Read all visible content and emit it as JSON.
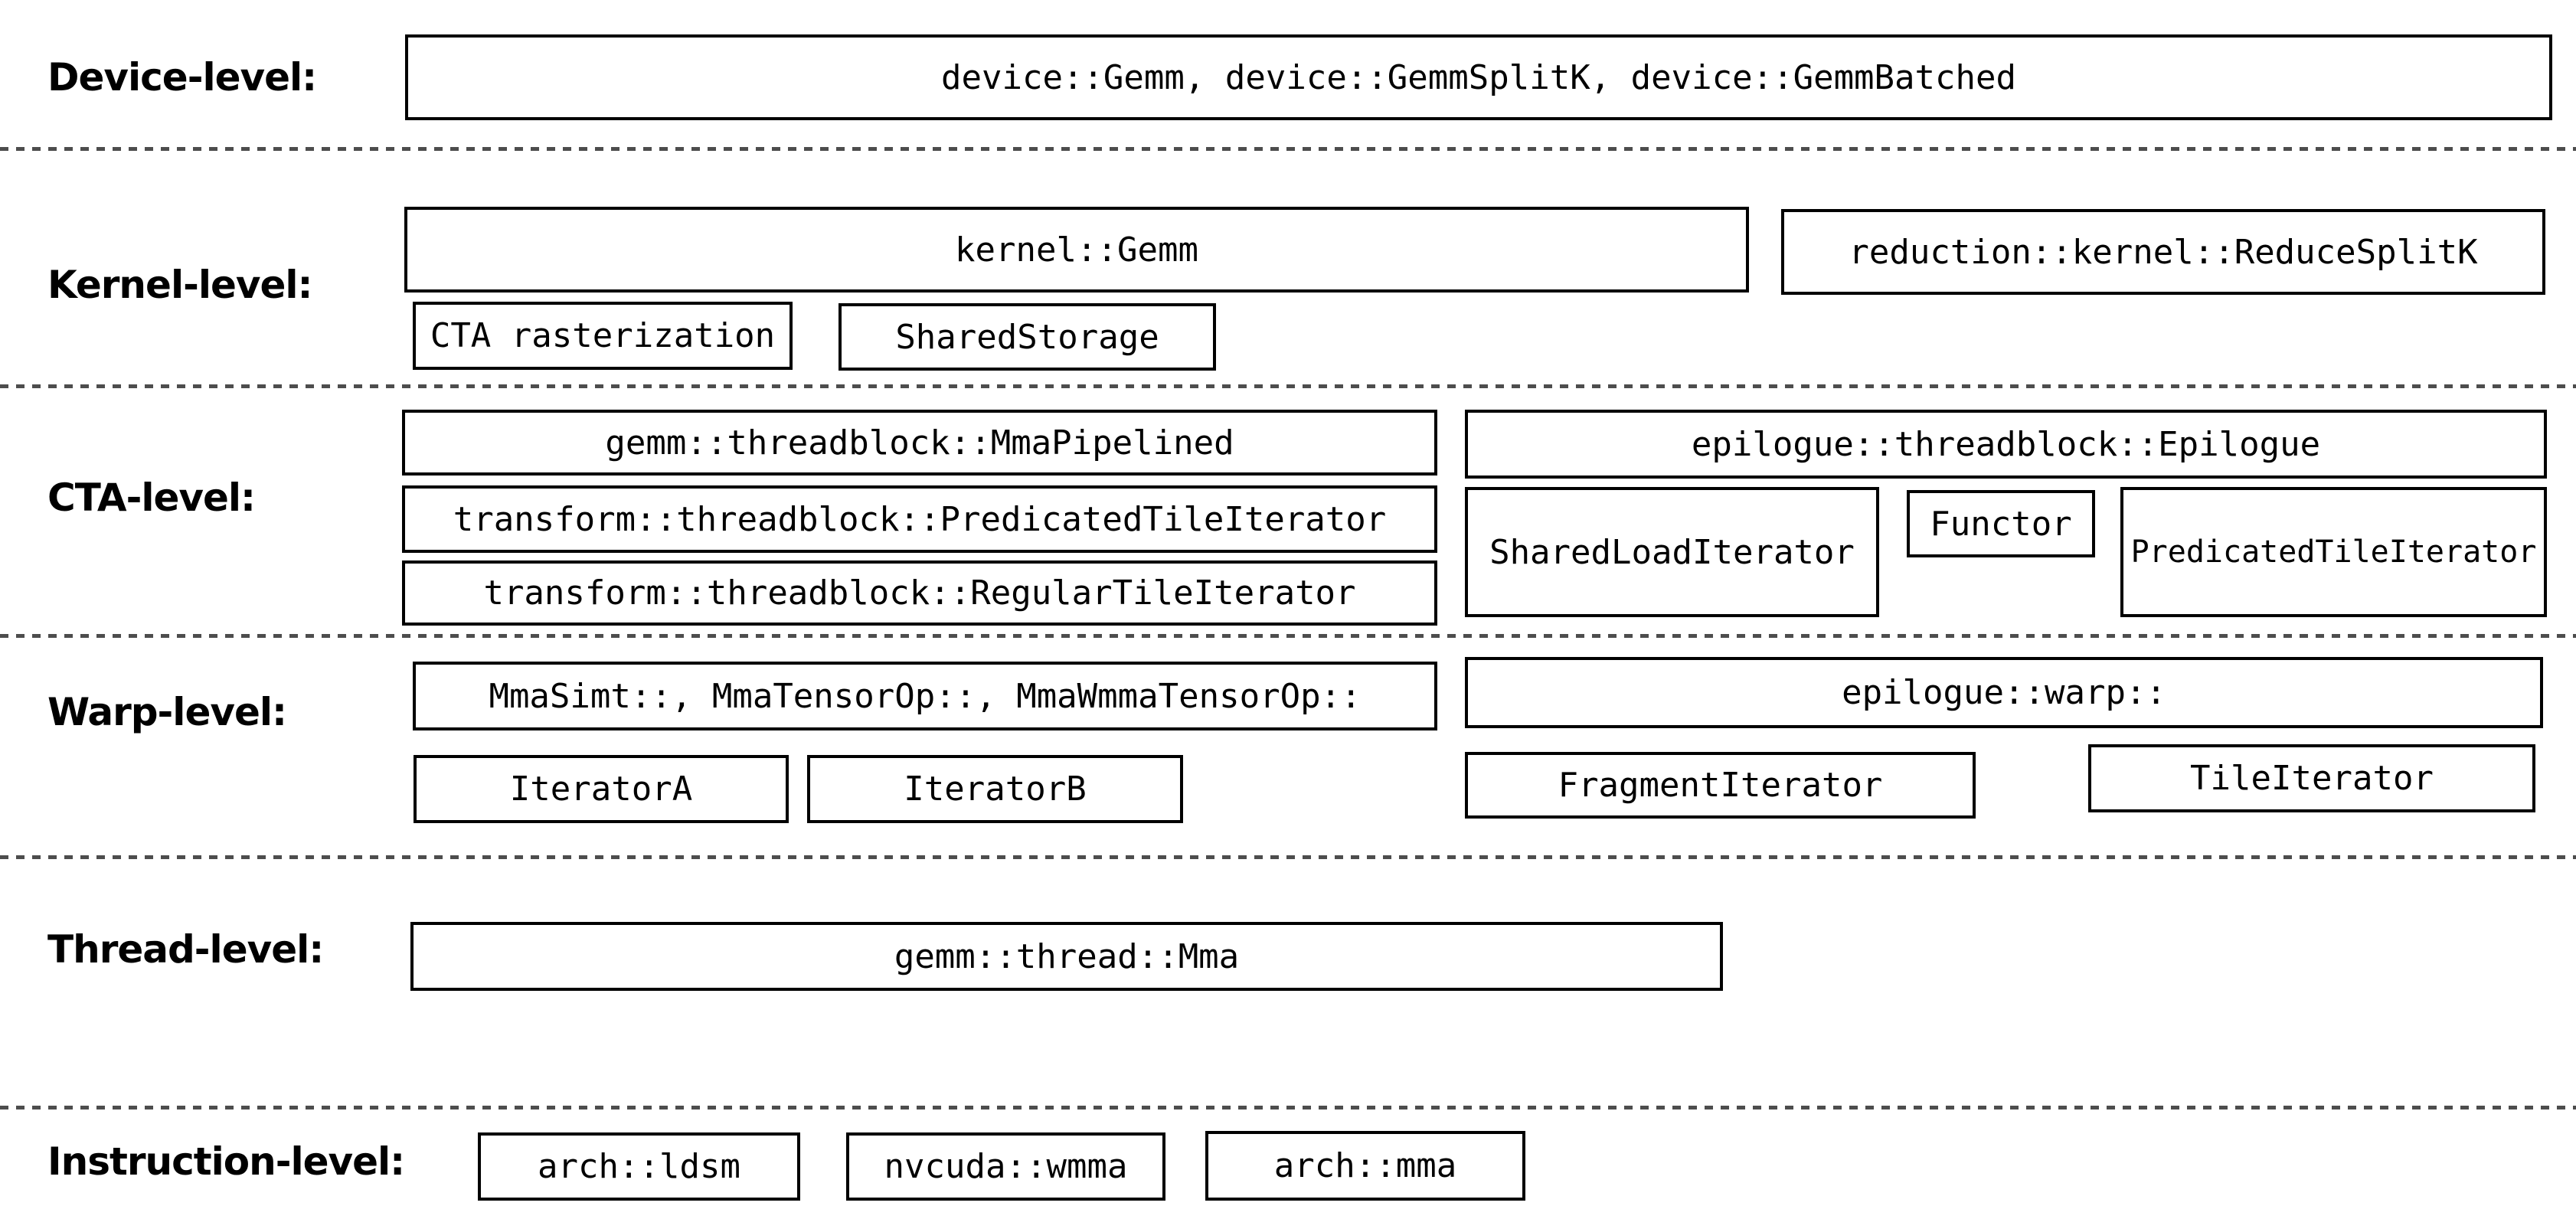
{
  "diagram": {
    "title": "CUTLASS GEMM component hierarchy",
    "colors": {
      "background": "#ffffff",
      "box_border": "#000000",
      "text": "#000000",
      "divider": "#4d4d4d"
    },
    "levels": [
      {
        "label": "Device-level:",
        "boxes": [
          {
            "text": "device::Gemm, device::GemmSplitK, device::GemmBatched"
          }
        ]
      },
      {
        "label": "Kernel-level:",
        "boxes": [
          {
            "text": "kernel::Gemm"
          },
          {
            "text": "reduction::kernel::ReduceSplitK"
          },
          {
            "text": "CTA rasterization"
          },
          {
            "text": "SharedStorage"
          }
        ]
      },
      {
        "label": "CTA-level:",
        "boxes": [
          {
            "text": "gemm::threadblock::MmaPipelined"
          },
          {
            "text": "epilogue::threadblock::Epilogue"
          },
          {
            "text": "transform::threadblock::PredicatedTileIterator"
          },
          {
            "text": "SharedLoadIterator"
          },
          {
            "text": "Functor"
          },
          {
            "text": "PredicatedTileIterator"
          },
          {
            "text": "transform::threadblock::RegularTileIterator"
          }
        ]
      },
      {
        "label": "Warp-level:",
        "boxes": [
          {
            "text": "MmaSimt::, MmaTensorOp::, MmaWmmaTensorOp::"
          },
          {
            "text": "epilogue::warp::"
          },
          {
            "text": "IteratorA"
          },
          {
            "text": "IteratorB"
          },
          {
            "text": "FragmentIterator"
          },
          {
            "text": "TileIterator"
          }
        ]
      },
      {
        "label": "Thread-level:",
        "boxes": [
          {
            "text": "gemm::thread::Mma"
          }
        ]
      },
      {
        "label": "Instruction-level:",
        "boxes": [
          {
            "text": "arch::ldsm"
          },
          {
            "text": "nvcuda::wmma"
          },
          {
            "text": "arch::mma"
          }
        ]
      }
    ]
  }
}
